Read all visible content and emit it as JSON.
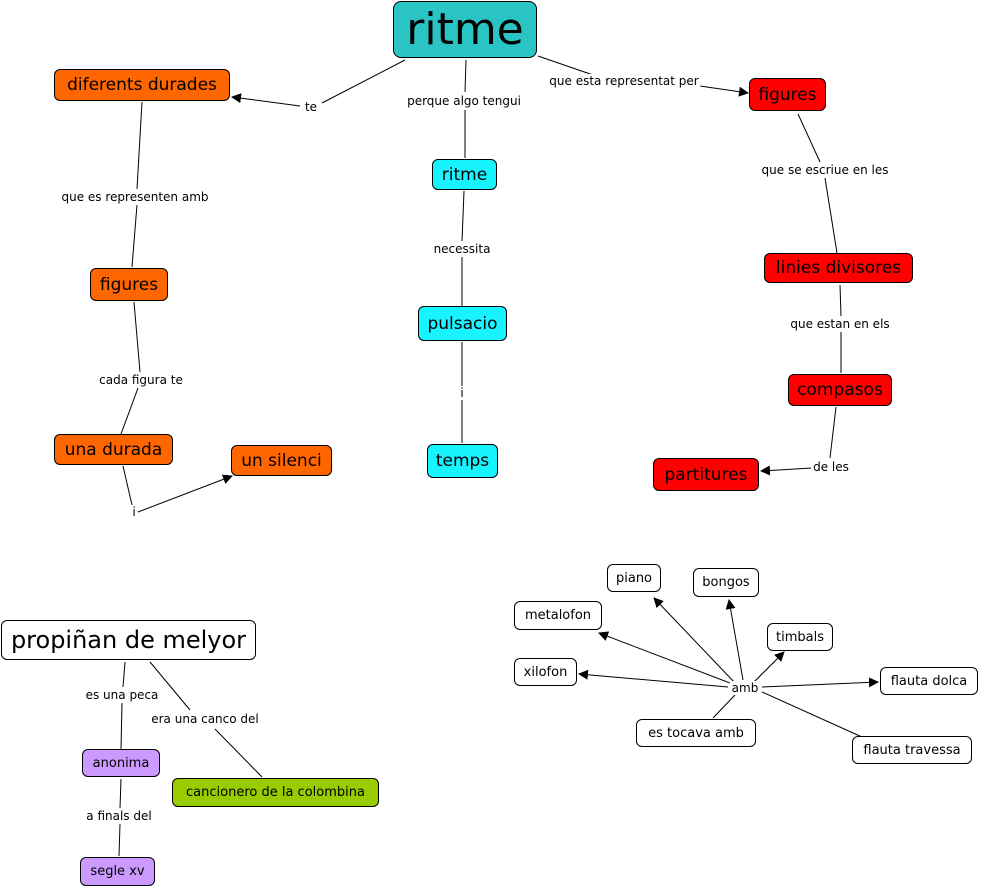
{
  "colors": {
    "main": "#2bc4c4",
    "cyan": "#17f3ff",
    "orange": "#ff6600",
    "red": "#ff0000",
    "white": "#ffffff",
    "purple": "#cc99ff",
    "green": "#99cc00"
  },
  "nodes": {
    "ritme_main": "ritme",
    "diferents_durades": "diferents durades",
    "figures_left": "figures",
    "una_durada": "una durada",
    "un_silenci": "un silenci",
    "ritme_small": "ritme",
    "pulsacio": "pulsacio",
    "temps": "temps",
    "figures_right": "figures",
    "linies_divisores": "linies divisores",
    "compasos": "compasos",
    "partitures": "partitures",
    "propinan": "propiñan de melyor",
    "anonima": "anonima",
    "segle_xv": "segle xv",
    "cancionero": "cancionero de la colombina",
    "piano": "piano",
    "bongos": "bongos",
    "metalofon": "metalofon",
    "timbals": "timbals",
    "xilofon": "xilofon",
    "flauta_dolca": "flauta dolca",
    "flauta_travessa": "flauta travessa",
    "es_tocava_amb": "es tocava amb"
  },
  "links": {
    "te": "te",
    "perque": "perque algo tengui",
    "representat": "que esta representat per",
    "es_representen": "que es representen amb",
    "cada_figura": "cada figura te",
    "i_left": "i",
    "necessita": "necessita",
    "i_mid": "i",
    "escriue": "que se escriue en les",
    "estan": "que estan en els",
    "de_les": "de les",
    "es_una_peca": "es una peca",
    "era_una_canco": "era una canco del",
    "finals": "a finals del",
    "amb": "amb"
  }
}
